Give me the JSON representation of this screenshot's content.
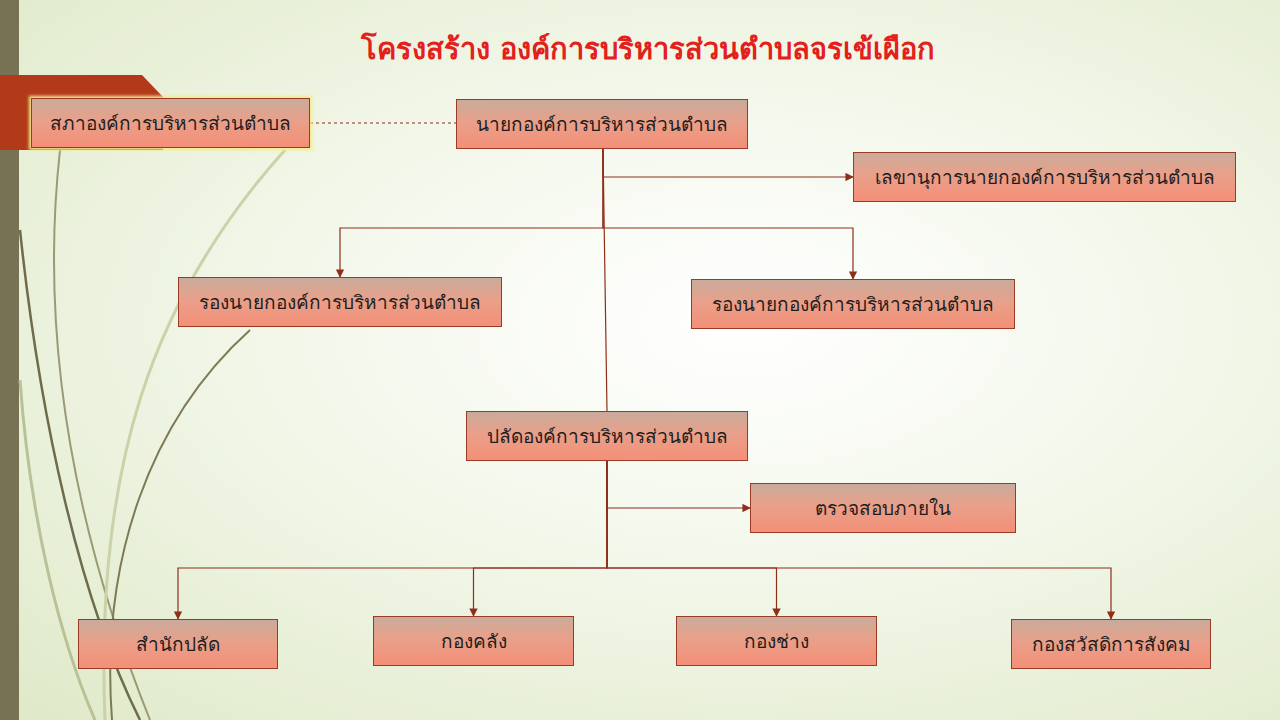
{
  "diagram": {
    "title": "โครงสร้าง องค์การบริหารส่วนตำบลจรเข้เผือก",
    "nodes": [
      {
        "text": [
          "สภาองค์การบริหารส่วนตำบล"
        ]
      },
      {
        "text": [
          "นายกองค์การบริหารส่วนตำบล"
        ]
      },
      {
        "text": [
          "เลขานุการนายกองค์การบริหารส่วนตำบล"
        ]
      },
      {
        "text": [
          "รองนายกองค์การบริหารส่วนตำบล"
        ]
      },
      {
        "text": [
          "รองนายกองค์การบริหารส่วนตำบล"
        ]
      },
      {
        "text": [
          "ปลัดองค์การบริหารส่วนตำบล"
        ]
      },
      {
        "text": [
          "ตรวจสอบภายใน"
        ]
      },
      {
        "text": [
          "สำนักปลัด"
        ]
      },
      {
        "text": [
          "กองคลัง"
        ]
      },
      {
        "text": [
          "กองช่าง"
        ]
      },
      {
        "text": [
          "กองสวัสดิการสังคม"
        ]
      }
    ],
    "edges": [
      {
        "from": 0,
        "to": 1,
        "arrow": "none"
      },
      {
        "from": 1,
        "to": 2,
        "arrow": "to"
      },
      {
        "from": 1,
        "to": 3,
        "arrow": "to"
      },
      {
        "from": 1,
        "to": 4,
        "arrow": "to"
      },
      {
        "from": 1,
        "to": 5,
        "arrow": "none"
      },
      {
        "from": 5,
        "to": 6,
        "arrow": "to"
      },
      {
        "from": 5,
        "to": 7,
        "arrow": "to"
      },
      {
        "from": 5,
        "to": 8,
        "arrow": "to"
      },
      {
        "from": 5,
        "to": 9,
        "arrow": "to"
      },
      {
        "from": 5,
        "to": 10,
        "arrow": "to"
      }
    ]
  }
}
